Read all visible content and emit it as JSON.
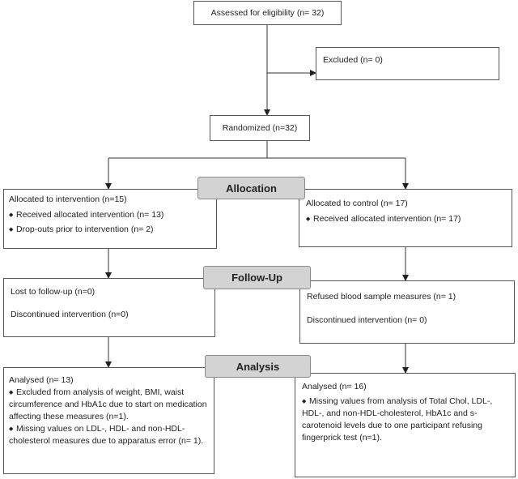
{
  "assessed": {
    "text": "Assessed for eligibility (n= 32)"
  },
  "excluded": {
    "text": "Excluded (n= 0)"
  },
  "randomized": {
    "text": "Randomized (n=32)"
  },
  "stages": {
    "allocation": "Allocation",
    "follow_up": "Follow-Up",
    "analysis": "Analysis"
  },
  "bullet_glyph": "◆",
  "allocation": {
    "intervention": {
      "title": "Allocated to intervention (n=15)",
      "items": [
        "Received allocated intervention (n= 13)",
        "Drop-outs prior to intervention (n= 2)"
      ]
    },
    "control": {
      "title": "Allocated to control (n= 17)",
      "items": [
        "Received allocated intervention (n= 17)"
      ]
    }
  },
  "follow_up": {
    "intervention": {
      "lines": [
        "Lost to follow-up (n=0)",
        "Discontinued intervention (n=0)"
      ]
    },
    "control": {
      "lines": [
        "Refused blood sample measures (n= 1)",
        "Discontinued intervention (n= 0)"
      ]
    }
  },
  "analysis": {
    "intervention": {
      "title": "Analysed (n= 13)",
      "items": [
        "Excluded from analysis of weight, BMI, waist circumference and HbA1c due to start on medication affecting these measures (n=1).",
        "Missing values on LDL-, HDL- and non-HDL-cholesterol measures due to apparatus error (n= 1)."
      ]
    },
    "control": {
      "title": "Analysed (n= 16)",
      "items": [
        "Missing values from analysis of Total Chol, LDL-, HDL-, and non-HDL-cholesterol, HbA1c and s-carotenoid levels due to one participant refusing fingerprick test (n=1)."
      ]
    }
  }
}
